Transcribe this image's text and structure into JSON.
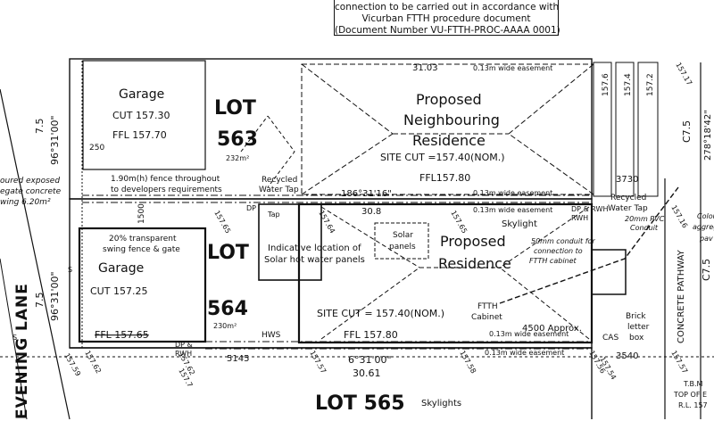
{
  "header_note": {
    "line1": "connection to be carried out in accordance with",
    "line2": "Vicurban FTTH procedure document",
    "line3": "(Document Number VU-FTTH-PROC-AAAA 0001)"
  },
  "street": {
    "name": "EVENING LANE",
    "width": "7.5",
    "bearing_top": "96°31'00\"",
    "bearing_bottom": "96°31'00\"",
    "left_note_1": "oured exposed",
    "left_note_2": "egate concrete",
    "left_note_3": "wing 6.20m²"
  },
  "lots": {
    "lot563": {
      "title": "LOT",
      "number": "563",
      "area": "232m²"
    },
    "lot564": {
      "title": "LOT",
      "number": "564",
      "area": "230m²"
    },
    "lot565": {
      "label": "LOT 565"
    }
  },
  "garage_563": {
    "title": "Garage",
    "cut": "CUT 157.30",
    "ffl": "FFL 157.70"
  },
  "garage_564": {
    "title": "Garage",
    "cut": "CUT 157.25",
    "ffl": "FFL 157.65",
    "fence_note_1": "20% transparent",
    "fence_note_2": "swing fence & gate",
    "dp": "DP &",
    "rwh": "RWH",
    "dim_1500": "1500"
  },
  "neighbour": {
    "line1": "Proposed",
    "line2": "Neighbouring",
    "line3": "Residence",
    "site_cut": "SITE CUT =157.40(NOM.)",
    "ffl": "FFL157.80",
    "top_dim": "31.03",
    "easement_top": "0.13m wide easement"
  },
  "residence": {
    "line1": "Proposed",
    "line2": "Residence",
    "site_cut": "SITE CUT = 157.40(NOM.)",
    "ffl": "FFL 157.80",
    "solar_1": "Solar",
    "solar_2": "panels",
    "solar_hw_1": "Indicative location of",
    "solar_hw_2": "Solar hot water panels",
    "skylight": "Skylight",
    "skylights": "Skylights",
    "conduit_1": "50mm conduit for",
    "conduit_2": "connection to",
    "conduit_3": "FTTH cabinet",
    "ftth_1": "FTTH",
    "ftth_2": "Cabinet",
    "approx": "4500 Approx.",
    "dp_rwh": "DP & RWH",
    "hws": "HWS",
    "rwh": "RWH"
  },
  "annotations": {
    "fence_note_1": "1.90m(h) fence throughout",
    "fence_note_2": "to developers requirements",
    "dim_250": "250",
    "recycled_tap_left_1": "Recycled",
    "recycled_tap_left_2": "Water Tap",
    "recycled_tap_right_1": "Recycled",
    "recycled_tap_right_2": "Water Tap",
    "pvc_1": "20mm PVC",
    "pvc_2": "Conduit",
    "dp": "DP",
    "tap": "Tap",
    "mid_bearing": "186°31'16\"",
    "mid_length": "30.8",
    "easement_mid": "0.13m wide easement",
    "easement_mid2": "0.13m wide easement",
    "easement_bot": "0.13m wide easement",
    "easement_bot2": "0.13m wide easement",
    "bottom_bearing": "6°31'00\"",
    "bottom_length": "30.61",
    "dim_5145": "5145",
    "dim_3730": "3730",
    "dim_3540": "3540",
    "brick_1": "Brick",
    "brick_2": "letter",
    "brick_3": "box",
    "cas": "CAS",
    "concrete_pathway": "CONCRETE PATHWAY",
    "right_c75_1": "C7.5",
    "right_c75_2": "C7.5",
    "right_bearing": "278°18'42\"",
    "right_colour_1": "Colou",
    "right_colour_2": "aggreg",
    "right_colour_3": "pav",
    "s": "S"
  },
  "levels": {
    "l15765": "157.65",
    "l15764": "157.64",
    "l15765b": "157.65",
    "l15762": "157.62",
    "l15759": "157.59",
    "l15762b": "157.62",
    "l15757": "157.57",
    "l15758": "157.58",
    "l15757b": "157.57",
    "l15756": "157.56",
    "l15754": "157.54",
    "l15716": "157.16",
    "l1576": "157.6",
    "l1574": "157.4",
    "l1572": "157.2",
    "l15717": "157.17",
    "l1577": "157.7"
  },
  "tbm": {
    "line1": "T.B.M",
    "line2": "TOP OF E",
    "line3": "R.L. 157"
  }
}
